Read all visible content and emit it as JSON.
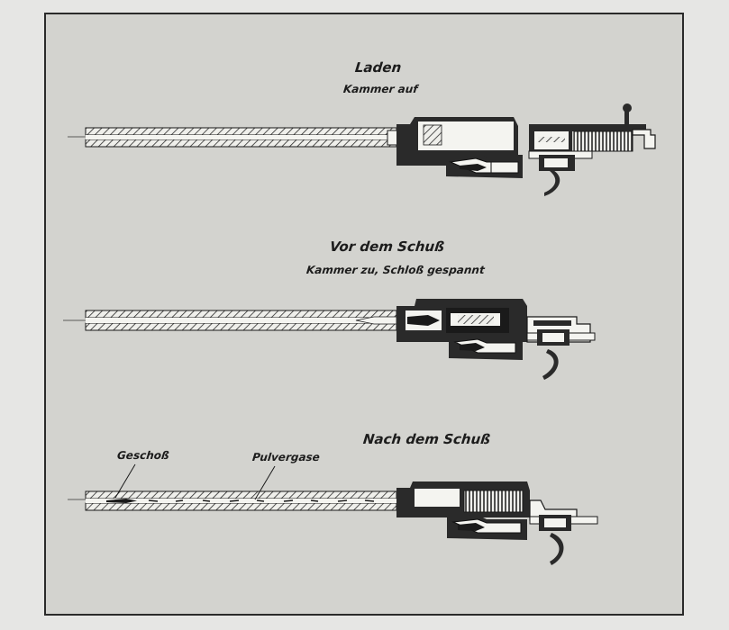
{
  "panels": {
    "laden": {
      "title": "Laden",
      "subtitle": "Kammer auf"
    },
    "vor": {
      "title": "Vor dem Schuß",
      "subtitle": "Kammer zu, Schloß gespannt"
    },
    "nach": {
      "title": "Nach dem Schuß",
      "label_bullet": "Geschoß",
      "label_gases": "Pulvergase"
    }
  },
  "colors": {
    "background": "#e6e6e4",
    "plate": "#d3d3cf",
    "ink": "#1c1c1c"
  }
}
